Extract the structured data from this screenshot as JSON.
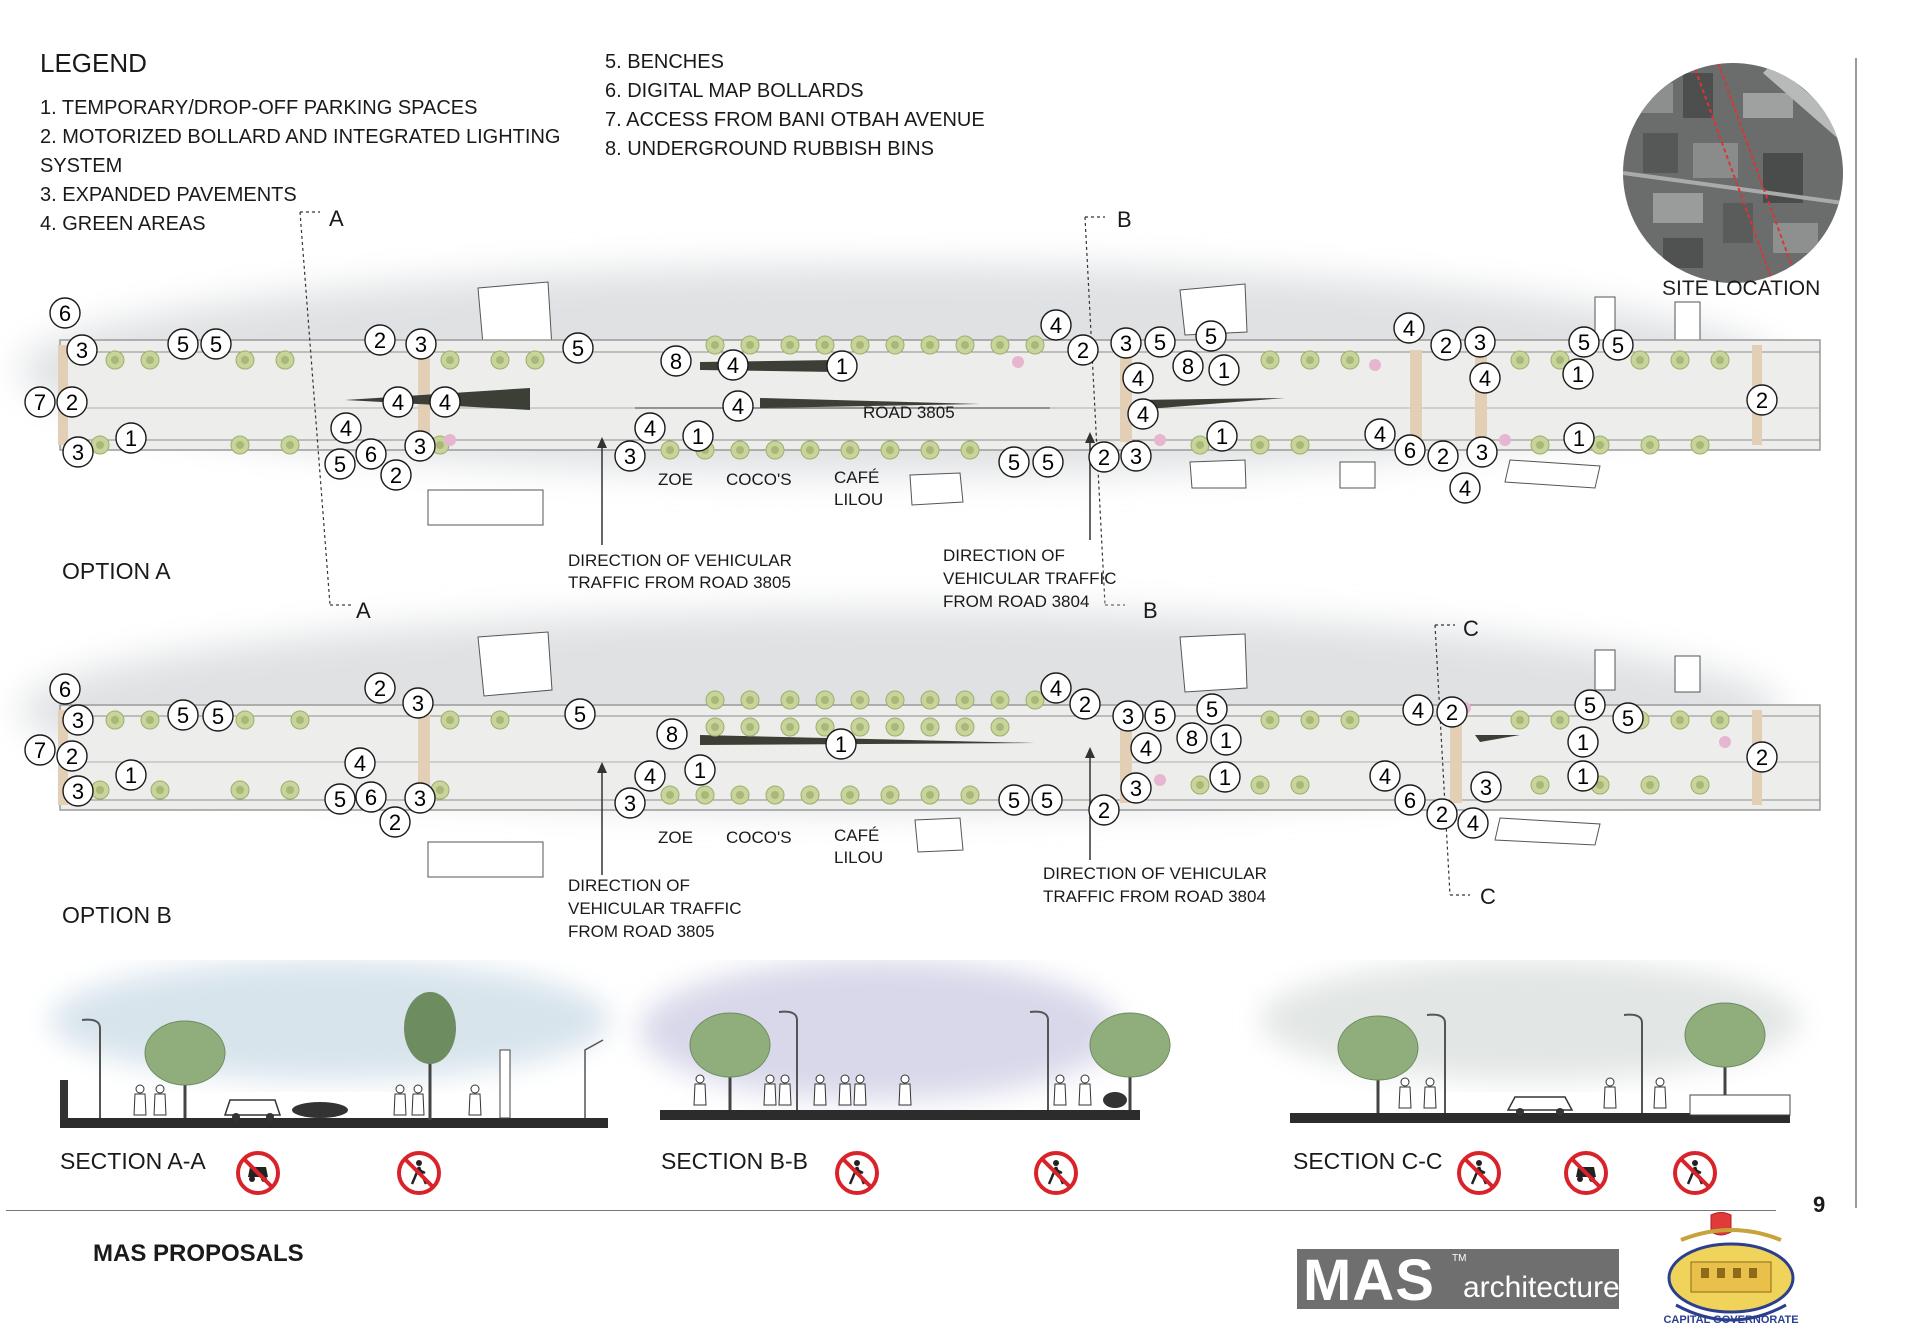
{
  "legend": {
    "title": "LEGEND",
    "items_left": [
      "1. TEMPORARY/DROP-OFF PARKING SPACES",
      "2. MOTORIZED BOLLARD AND INTEGRATED LIGHTING",
      "SYSTEM",
      "3. EXPANDED PAVEMENTS",
      "4. GREEN AREAS"
    ],
    "items_right": [
      "5. BENCHES",
      "6. DIGITAL MAP BOLLARDS",
      "7. ACCESS FROM BANI OTBAH AVENUE",
      "8. UNDERGROUND RUBBISH BINS"
    ]
  },
  "site": {
    "label": "SITE LOCATION"
  },
  "option_a": {
    "label": "OPTION A",
    "road_label": "ROAD 3805",
    "shops": [
      "ZOE",
      "COCO'S",
      "CAFÉ",
      "LILOU"
    ],
    "directions": [
      "DIRECTION OF VEHICULAR",
      "TRAFFIC FROM ROAD 3805",
      "DIRECTION OF",
      "VEHICULAR TRAFFIC",
      "FROM ROAD 3804"
    ],
    "section_marks": [
      "A",
      "A",
      "B",
      "B"
    ]
  },
  "option_b": {
    "label": "OPTION B",
    "shops": [
      "ZOE",
      "COCO'S",
      "CAFÉ",
      "LILOU"
    ],
    "directions": [
      "DIRECTION OF",
      "VEHICULAR TRAFFIC",
      "FROM ROAD 3805",
      "DIRECTION OF VEHICULAR",
      "TRAFFIC FROM ROAD 3804"
    ],
    "section_marks": [
      "C",
      "C"
    ]
  },
  "sections": [
    {
      "label": "SECTION A-A",
      "icons": [
        "no-cars-icon",
        "no-pedestrians-icon"
      ]
    },
    {
      "label": "SECTION B-B",
      "icons": [
        "no-pedestrians-icon",
        "no-pedestrians-icon"
      ]
    },
    {
      "label": "SECTION C-C",
      "icons": [
        "no-pedestrians-icon",
        "no-cars-icon",
        "no-pedestrians-icon"
      ]
    }
  ],
  "footer": {
    "title": "MAS PROPOSALS",
    "page": "9",
    "logo_main": "MAS",
    "logo_tm": "TM",
    "logo_sub": "architecture",
    "gov_text": "CAPITAL GOVERNORATE"
  },
  "colors": {
    "road": "#ededeb",
    "curb": "#9a9a9a",
    "tree_green": "#b9c98a",
    "hedge_dark": "#3c3f35",
    "paving": "#e3cfb5",
    "accent_pink": "#e6b5d0",
    "sign_red": "#d9232b",
    "watercolor": "#dde0e2"
  }
}
